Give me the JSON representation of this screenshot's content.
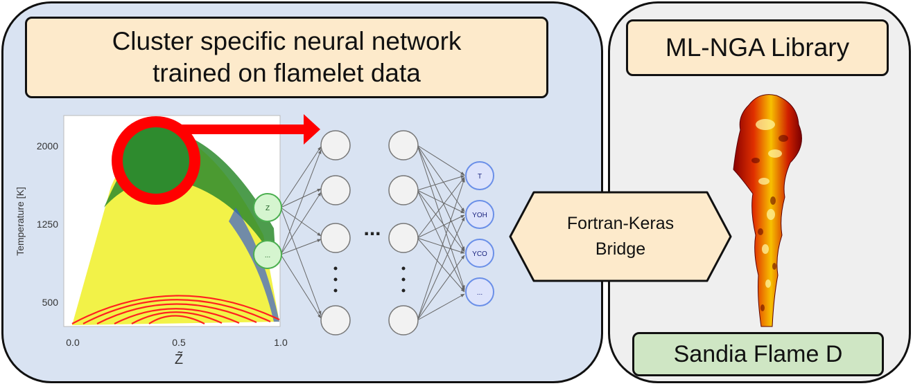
{
  "title": {
    "line1": "Cluster specific neural network",
    "line2": "trained on flamelet data"
  },
  "library_label": "ML-NGA Library",
  "flame_label": "Sandia Flame D",
  "bridge": {
    "line1": "Fortran-Keras",
    "line2": "Bridge"
  },
  "plot": {
    "ylabel": "Temperature [K]",
    "xlabel": "Z̃",
    "y_ticks": [
      "2000",
      "1250",
      "500"
    ],
    "x_ticks": [
      "0.0",
      "0.5",
      "1.0"
    ]
  },
  "network": {
    "inputs": [
      "Z",
      "..."
    ],
    "outputs": [
      "T",
      "YOH",
      "YCO",
      "..."
    ],
    "ellipsis": "..."
  },
  "colors": {
    "left_panel": "#d9e3f2",
    "right_panel": "#efefef",
    "label_box": "#fdeacb",
    "flame_box": "#cfe6c4",
    "input_node": "#d5f5cf",
    "output_node": "#dde3fb",
    "arrow": "#ff0000",
    "cluster_green": "#2e8b2e",
    "cluster_yellow": "#f0f028",
    "cluster_red": "#ff2020"
  }
}
